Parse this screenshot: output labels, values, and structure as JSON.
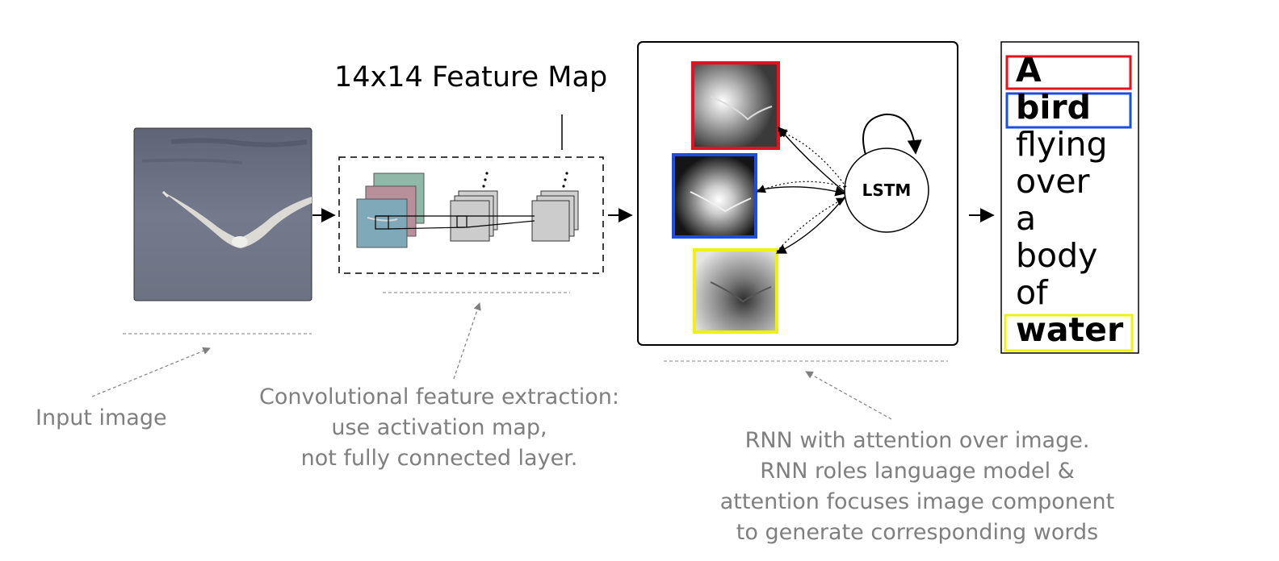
{
  "feature_map_title": "14x14 Feature Map",
  "lstm_label": "LSTM",
  "captions": {
    "input": "Input image",
    "cnn_lines": [
      "Convolutional feature extraction:",
      "use activation map,",
      "not fully connected layer."
    ],
    "rnn_lines": [
      "RNN with attention over image.",
      "RNN roles language model &",
      "attention focuses image component",
      "to generate corresponding words"
    ]
  },
  "words": [
    {
      "text": "A",
      "bold": true,
      "highlight": "#e8101c"
    },
    {
      "text": "bird",
      "bold": true,
      "highlight": "#1a4fe0"
    },
    {
      "text": "flying",
      "bold": false,
      "highlight": null
    },
    {
      "text": "over",
      "bold": false,
      "highlight": null
    },
    {
      "text": "a",
      "bold": false,
      "highlight": null
    },
    {
      "text": "body",
      "bold": false,
      "highlight": null
    },
    {
      "text": "of",
      "bold": false,
      "highlight": null
    },
    {
      "text": "water",
      "bold": true,
      "highlight": "#eef20e"
    }
  ],
  "colors": {
    "attention_red": "#e8101c",
    "attention_blue": "#1a4fe0",
    "attention_yellow": "#eef20e",
    "caption_gray": "#7f7f7f",
    "water": "#6e7386"
  },
  "icons": [
    "bird-photo",
    "feature-map-stack-icon",
    "lstm-node-icon"
  ]
}
